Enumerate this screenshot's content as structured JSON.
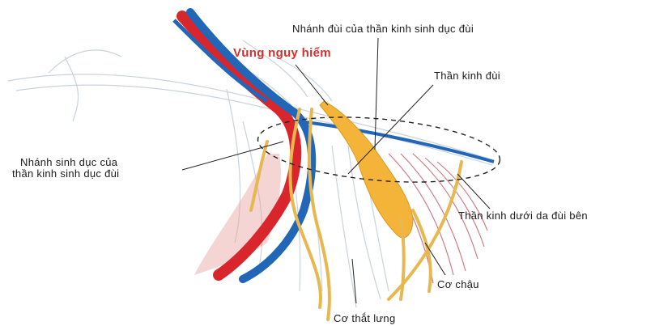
{
  "labels": {
    "danger_zone": "Vùng nguy hiểm",
    "genitofemoral_femoral_branch": "Nhánh đùi của thần kinh sinh dục đùi",
    "femoral_nerve": "Thần kinh đùi",
    "genitofemoral_genital_branch_line1": "Nhánh sinh dục của",
    "genitofemoral_genital_branch_line2": "thần kinh sinh dục đùi",
    "lateral_femoral_cutaneous_nerve": "Thần kinh dưới da đùi bên",
    "iliacus_muscle": "Cơ chậu",
    "psoas_muscle": "Cơ thắt lưng"
  },
  "colors": {
    "artery": "#d8262c",
    "vein": "#2266b8",
    "nerve": "#e8b850",
    "femoral_nerve": "#f4b43a",
    "muscle": "#c45a66",
    "fascia": "#c9d3dc",
    "danger_text": "#d0312d"
  }
}
